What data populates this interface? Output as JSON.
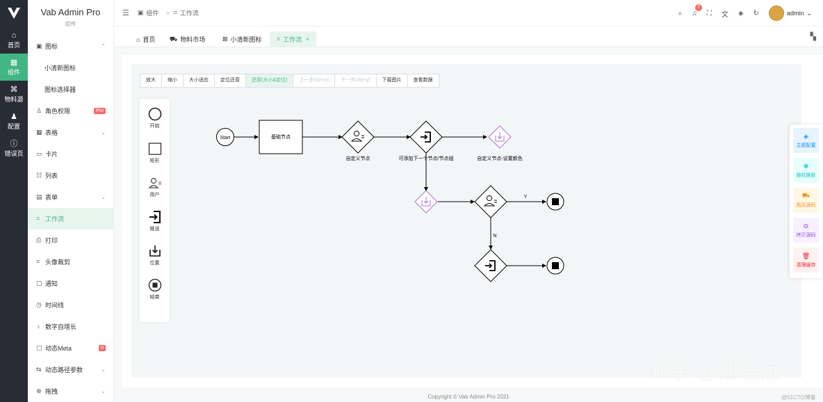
{
  "colbar": {
    "items": [
      {
        "icon": "home-icon",
        "glyph": "⌂",
        "label": "首页"
      },
      {
        "icon": "component-icon",
        "glyph": "▦",
        "label": "组件"
      },
      {
        "icon": "material-icon",
        "glyph": "⌘",
        "label": "物料源"
      },
      {
        "icon": "config-icon",
        "glyph": "♟",
        "label": "配置"
      },
      {
        "icon": "error-icon",
        "glyph": "ⓘ",
        "label": "错误页"
      }
    ],
    "active_color": "#41b584"
  },
  "submenu": {
    "title": "Vab Admin Pro",
    "subtitle": "组件",
    "items": [
      {
        "label": "图标",
        "glyph": "▣",
        "arrow": "^"
      },
      {
        "label": "小清新图标",
        "child": true
      },
      {
        "label": "图标选择器",
        "child": true
      },
      {
        "label": "角色权限",
        "glyph": "♙",
        "badge": "Pro"
      },
      {
        "label": "表格",
        "glyph": "▦",
        "arrow": "v"
      },
      {
        "label": "卡片",
        "glyph": "▭"
      },
      {
        "label": "列表",
        "glyph": "☷"
      },
      {
        "label": "表单",
        "glyph": "▤",
        "arrow": "v"
      },
      {
        "label": "工作流",
        "glyph": "⌗",
        "active": true
      },
      {
        "label": "打印",
        "glyph": "⎙"
      },
      {
        "label": "头像裁剪",
        "glyph": "⌗"
      },
      {
        "label": "通知",
        "glyph": "▢"
      },
      {
        "label": "时间线",
        "glyph": "◷"
      },
      {
        "label": "数字自增长",
        "glyph": "♀"
      },
      {
        "label": "动态Meta",
        "glyph": "▢",
        "badge": "0"
      },
      {
        "label": "动态路径参数",
        "glyph": "⇆",
        "arrow": "v"
      },
      {
        "label": "拖拽",
        "glyph": "⊕",
        "arrow": "v"
      }
    ]
  },
  "header": {
    "breadcrumb": [
      "组件",
      "工作流"
    ],
    "notification_count": "7",
    "username": "admin"
  },
  "tabs": [
    {
      "label": "首页",
      "glyph": "⌂"
    },
    {
      "label": "物料市场",
      "glyph": "⛟"
    },
    {
      "label": "小清新图标",
      "glyph": "⊠"
    },
    {
      "label": "工作流",
      "glyph": "⌗",
      "active": true,
      "close": "×"
    }
  ],
  "toolbar": [
    {
      "label": "放大"
    },
    {
      "label": "缩小"
    },
    {
      "label": "大小适应"
    },
    {
      "label": "定位还原"
    },
    {
      "label": "还原(大小&定位)",
      "on": true
    },
    {
      "label": "上一步(ctrl+z)",
      "disabled": true
    },
    {
      "label": "下一步(ctrl+y)",
      "disabled": true
    },
    {
      "label": "下载图片"
    },
    {
      "label": "查看数据"
    }
  ],
  "palette": [
    {
      "label": "开始",
      "icon": "start-circle-icon"
    },
    {
      "label": "矩形",
      "icon": "rect-icon"
    },
    {
      "label": "用户",
      "icon": "user-icon"
    },
    {
      "label": "推送",
      "icon": "push-icon"
    },
    {
      "label": "位置",
      "icon": "download-icon"
    },
    {
      "label": "结束",
      "icon": "end-icon"
    }
  ],
  "flow": {
    "start_label": "Start",
    "rect_label": "基础节点",
    "user_node_label": "自定义节点",
    "push_node_label": "可添加下一个节点/节点组",
    "custom_color_label": "自定义节点-设置颜色",
    "yes_label": "Y",
    "no_label": "N",
    "purple": "#b06fd6"
  },
  "footer": {
    "text": "Copyright  ©  Vab Admin Pro 2021"
  },
  "right_panel": [
    {
      "label": "主题配置",
      "glyph": "◈",
      "color": "#1890ff",
      "bg": "#e6f4ff"
    },
    {
      "label": "随机换肤",
      "glyph": "✾",
      "color": "#13c2c2",
      "bg": "#e6fffb"
    },
    {
      "label": "购买源码",
      "glyph": "⛟",
      "color": "#fa8c16",
      "bg": "#fff7e6"
    },
    {
      "label": "拷贝源码",
      "glyph": "⧉",
      "color": "#9254de",
      "bg": "#f9f0ff"
    },
    {
      "label": "清理缓存",
      "glyph": "🗑",
      "color": "#f5222d",
      "bg": "#fff1f0"
    }
  ],
  "watermark": {
    "text": "知乎 @唐志远",
    "small": "@51CTO博客"
  }
}
